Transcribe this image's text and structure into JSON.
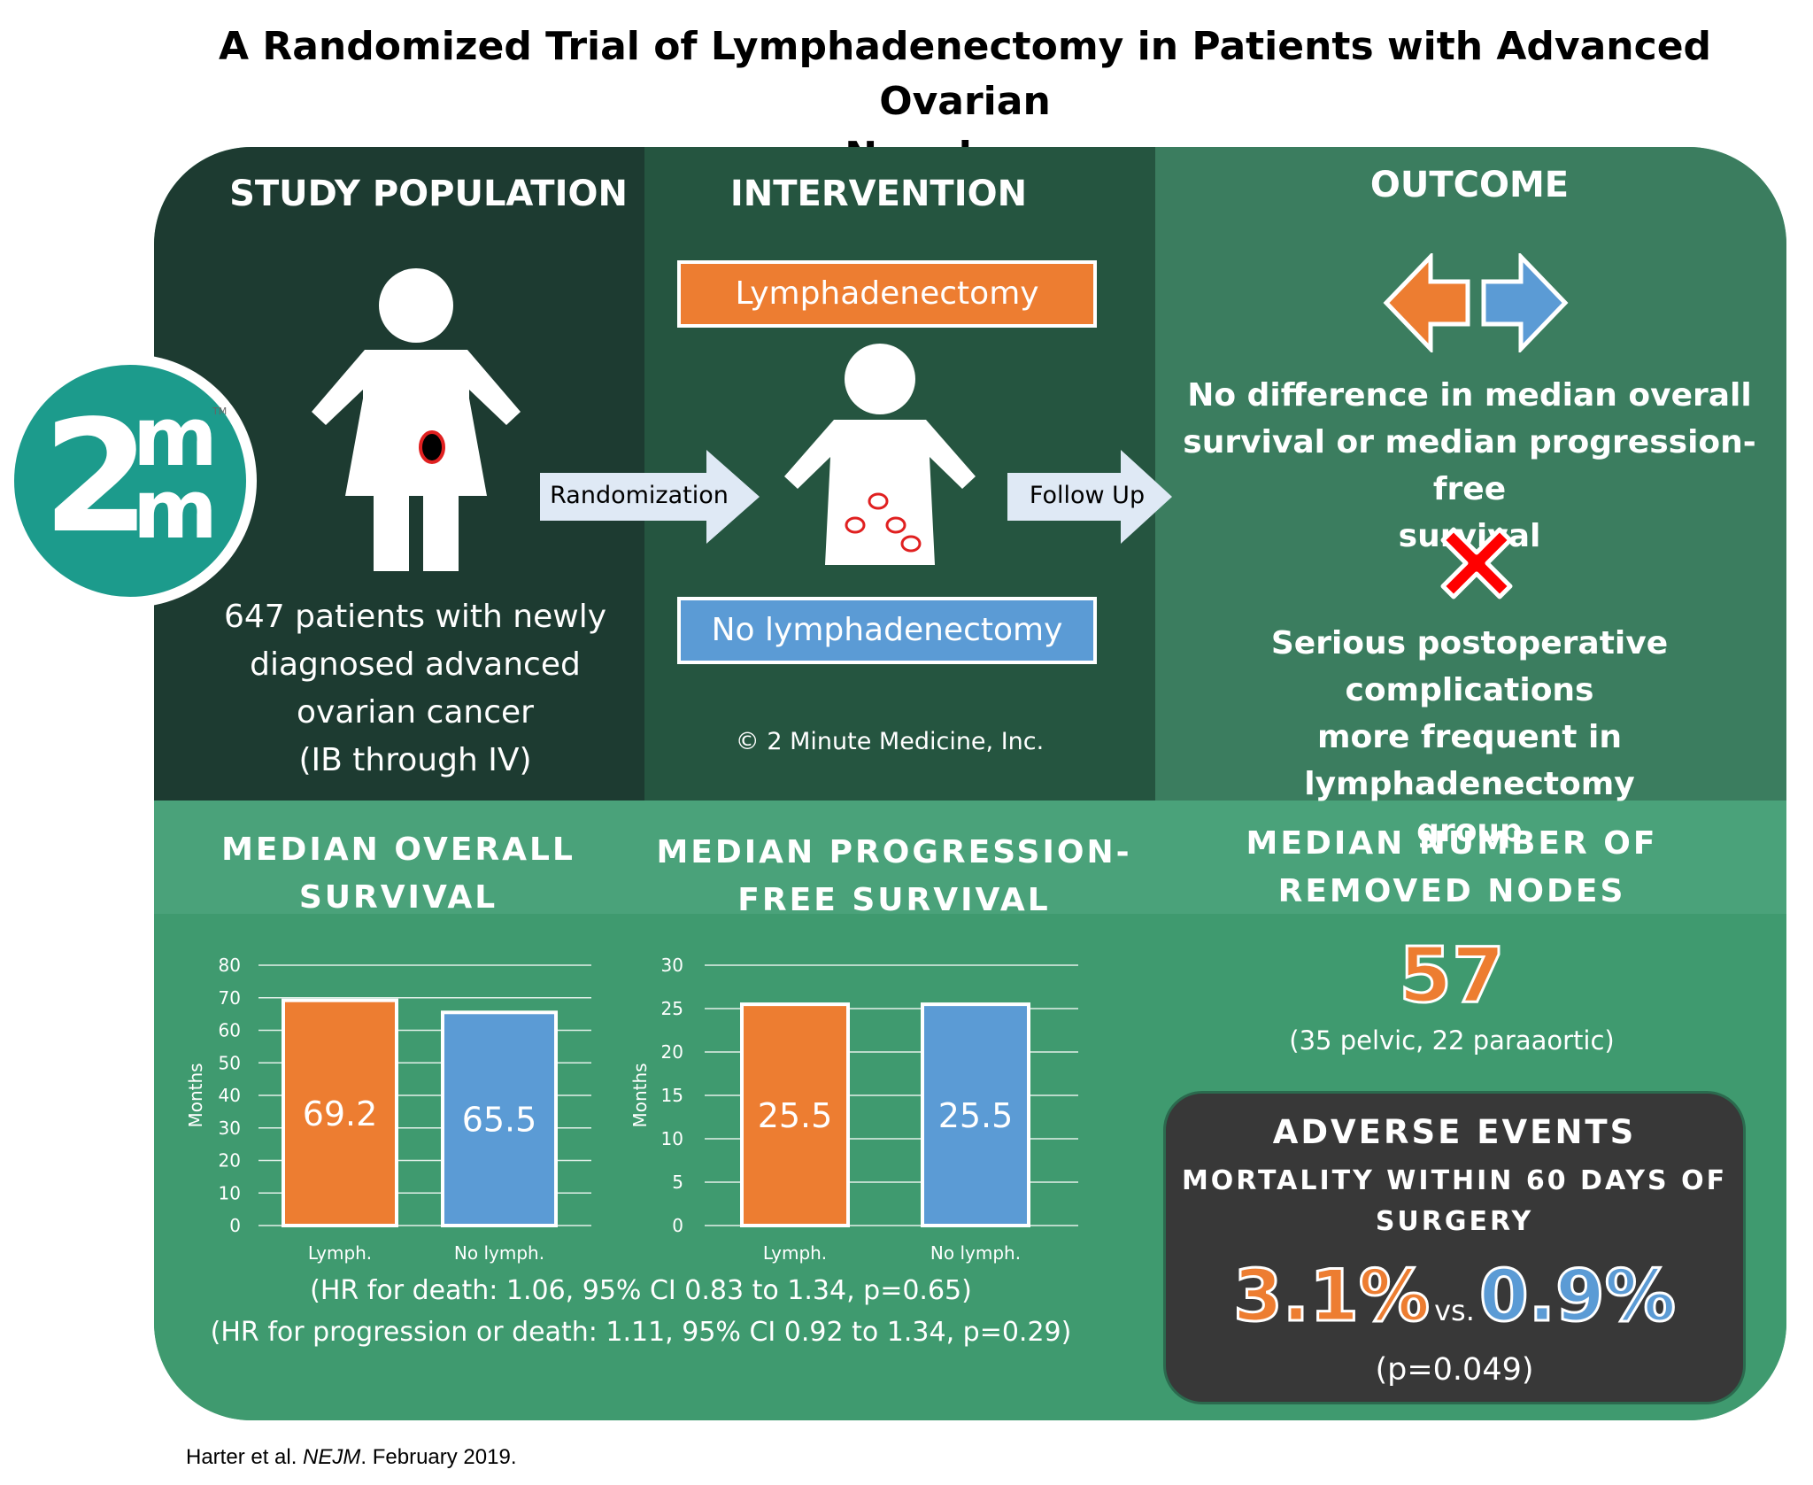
{
  "title": {
    "line1": "A Randomized Trial of Lymphadenectomy in Patients with Advanced Ovarian",
    "line2": "Neoplasms"
  },
  "study_population": {
    "header": "STUDY POPULATION",
    "description_lines": [
      "647 patients with newly",
      "diagnosed advanced",
      "ovarian cancer",
      "(IB through IV)"
    ]
  },
  "randomization_label": "Randomization",
  "intervention": {
    "header": "INTERVENTION",
    "arm_a": "Lymphadenectomy",
    "arm_b": "No lymphadenectomy",
    "copyright": "© 2 Minute Medicine, Inc."
  },
  "follow_up_label": "Follow Up",
  "outcome": {
    "header": "OUTCOME",
    "primary_lines": [
      "No difference in median overall",
      "survival or median progression-free",
      "survival"
    ],
    "secondary_lines": [
      "Serious postoperative complications",
      "more frequent in lymphadenectomy",
      "group"
    ]
  },
  "logo": {
    "main": "2",
    "sup": "m",
    "sub": "m",
    "tm": "TM"
  },
  "os_panel": {
    "header_lines": [
      "MEDIAN OVERALL",
      "SURVIVAL"
    ]
  },
  "pfs_panel": {
    "header_lines": [
      "MEDIAN PROGRESSION-",
      "FREE SURVIVAL"
    ]
  },
  "nodes_panel": {
    "header_lines": [
      "MEDIAN NUMBER OF",
      "REMOVED NODES"
    ],
    "value": "57",
    "detail": "(35 pelvic, 22 paraaortic)"
  },
  "hr_lines": [
    "(HR for death: 1.06, 95% CI 0.83 to 1.34, p=0.65)",
    "(HR for progression or death: 1.11, 95% CI 0.92 to 1.34, p=0.29)"
  ],
  "adverse_events": {
    "header": "ADVERSE EVENTS",
    "sub_lines": [
      "MORTALITY WITHIN 60 DAYS OF",
      "SURGERY"
    ],
    "value_a": "3.1%",
    "vs": "vs.",
    "value_b": "0.9%",
    "p_value": "(p=0.049)"
  },
  "footer": {
    "authors": "Harter et al. ",
    "journal": "NEJM",
    "date": ". February 2019."
  },
  "colors": {
    "orange": "#ed7d31",
    "blue": "#5b9bd5",
    "red": "#ff0000"
  },
  "chart_data": [
    {
      "type": "bar",
      "categories": [
        "Lymph.",
        "No lymph."
      ],
      "values": [
        69.2,
        65.5
      ],
      "ylabel": "Months",
      "ylim": [
        0,
        80
      ],
      "yticks": [
        0,
        10,
        20,
        30,
        40,
        50,
        60,
        70,
        80
      ],
      "grid": true
    },
    {
      "type": "bar",
      "categories": [
        "Lymph.",
        "No lymph."
      ],
      "values": [
        25.5,
        25.5
      ],
      "ylabel": "Months",
      "ylim": [
        0,
        30
      ],
      "yticks": [
        0,
        5,
        10,
        15,
        20,
        25,
        30
      ],
      "grid": true
    }
  ]
}
